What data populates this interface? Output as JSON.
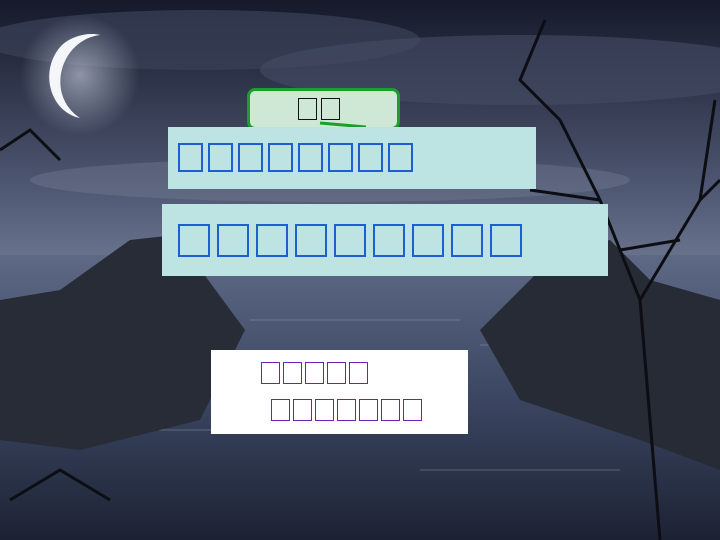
{
  "scene": {
    "description_icons": [
      "moon-icon",
      "tree-icon"
    ],
    "colors": {
      "sky_top": "#1b1f2e",
      "sky_mid": "#59627c",
      "water": "#3c4763",
      "hill": "#2a2f3a",
      "moon": "#f4f6fa"
    }
  },
  "callout": {
    "glyph_count": 2,
    "accent": "#1c9e2e"
  },
  "line1": {
    "glyph_count": 8,
    "accent": "#1d5fd0"
  },
  "line2": {
    "glyph_count": 9,
    "accent": "#1d5fd0"
  },
  "note": {
    "row_a_glyph_count": 5,
    "row_b_glyph_count": 7,
    "accent": "#6a22b8"
  }
}
